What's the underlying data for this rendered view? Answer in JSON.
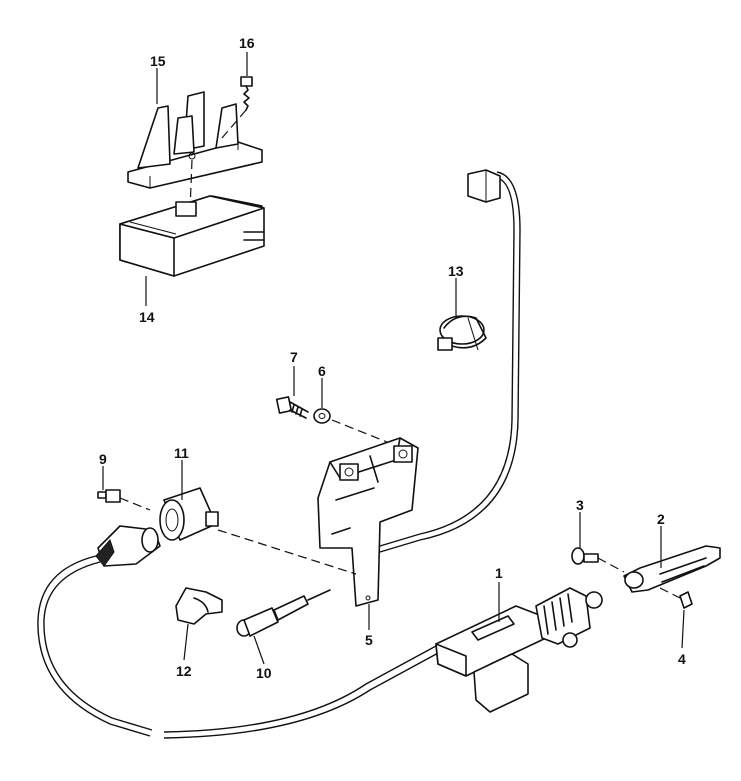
{
  "diagram": {
    "part_labels": {
      "p1": "1",
      "p2": "2",
      "p3": "3",
      "p4": "4",
      "p5": "5",
      "p6": "6",
      "p7": "7",
      "p9": "9",
      "p10": "10",
      "p11": "11",
      "p12": "12",
      "p13": "13",
      "p14": "14",
      "p15": "15",
      "p16": "16"
    }
  }
}
